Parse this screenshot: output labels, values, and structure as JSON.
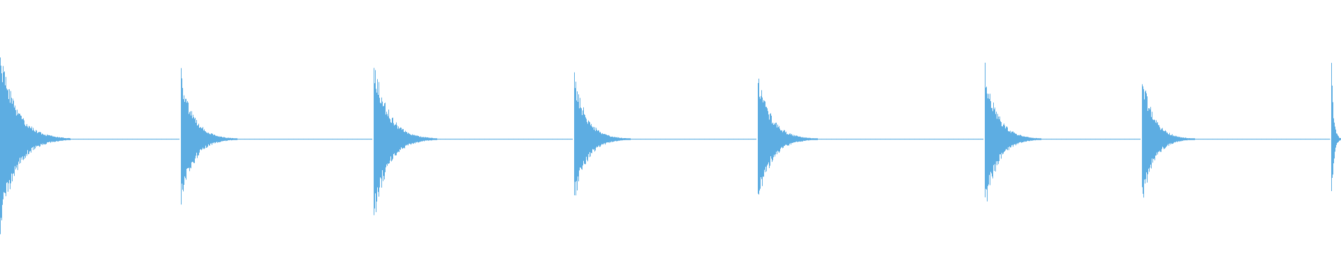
{
  "waveform": {
    "color": "#5dade2",
    "background": "#ffffff",
    "onset_count": 8,
    "onsets": [
      {
        "index": 1,
        "peak_amplitude": 0.71
      },
      {
        "index": 2,
        "peak_amplitude": 0.51
      },
      {
        "index": 3,
        "peak_amplitude": 0.62
      },
      {
        "index": 4,
        "peak_amplitude": 0.48
      },
      {
        "index": 5,
        "peak_amplitude": 0.49
      },
      {
        "index": 6,
        "peak_amplitude": 0.55
      },
      {
        "index": 7,
        "peak_amplitude": 0.48
      },
      {
        "index": 8,
        "peak_amplitude": 0.55
      }
    ]
  }
}
